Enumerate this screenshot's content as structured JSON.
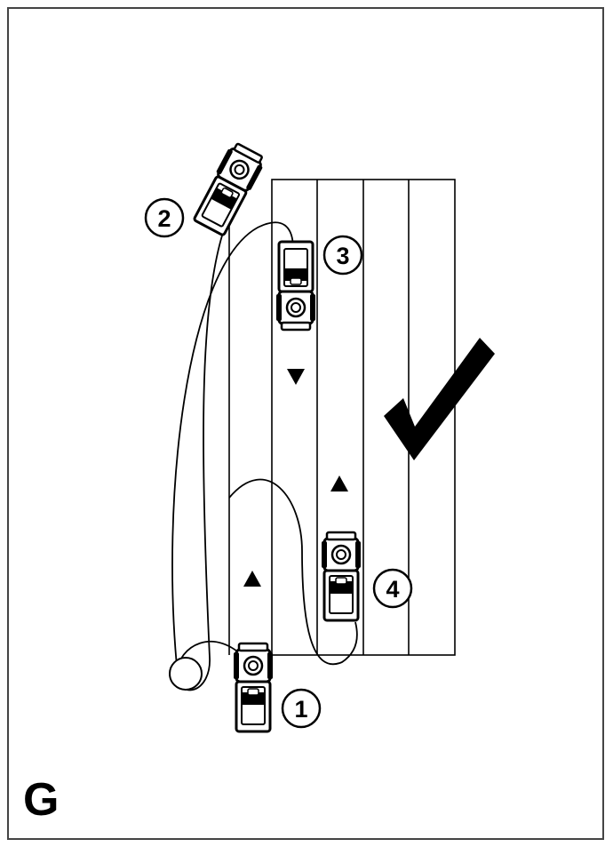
{
  "figure": {
    "letter": "G"
  },
  "steps": [
    {
      "number": "1"
    },
    {
      "number": "2"
    },
    {
      "number": "3"
    },
    {
      "number": "4"
    }
  ],
  "icons": {
    "mower": "mower-icon",
    "direction": "direction-arrow-icon",
    "check": "checkmark-icon"
  },
  "colors": {
    "ink": "#000000",
    "background": "#ffffff"
  }
}
